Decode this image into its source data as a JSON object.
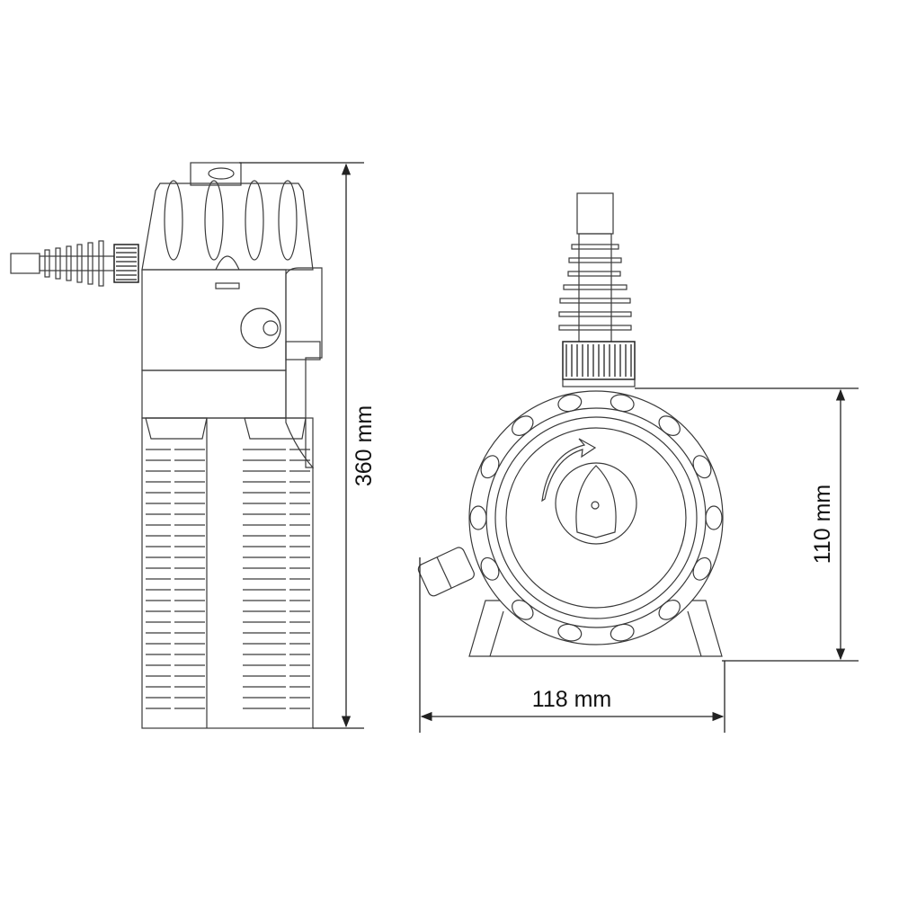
{
  "dimensions": {
    "height": "360 mm",
    "width": "118 mm",
    "body_height": "110 mm"
  },
  "colors": {
    "line": "#3a3a3a",
    "background": "#ffffff"
  }
}
